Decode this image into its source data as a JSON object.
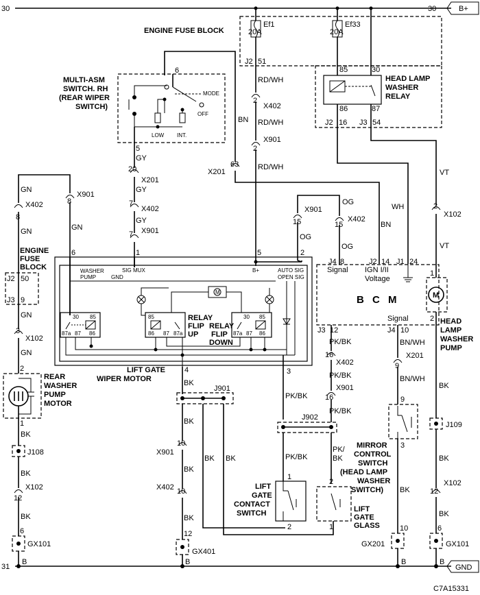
{
  "rails": {
    "top_num": "30",
    "top_num_right": "30",
    "top_tag": "B+",
    "bottom_num": "31",
    "bottom_tag": "GND"
  },
  "fuse_block_top": {
    "title": "ENGINE FUSE  BLOCK",
    "fuse1_name": "Ef1",
    "fuse1_rating": "20A",
    "fuse2_name": "Ef33",
    "fuse2_rating": "20A",
    "pin_j2": "J2",
    "pin_51": "51"
  },
  "relay": {
    "title_1": "HEAD LAMP",
    "title_2": "WASHER",
    "title_3": "RELAY",
    "pin85": "85",
    "pin30": "30",
    "pin86": "86",
    "pin87": "87",
    "j2": "J2",
    "p16": "16",
    "j3": "J3",
    "p54": "54"
  },
  "switch_rh": {
    "title_1": "MULTI-ASM",
    "title_2": "SWITCH. RH",
    "title_3": "(REAR WIPER",
    "title_4": "SWITCH)",
    "mode": "MODE",
    "off": "OFF",
    "low": "LOW",
    "int": "INT.",
    "pin6": "6",
    "pin5": "5"
  },
  "wires": {
    "rdwh1": "RD/WH",
    "rdwh2": "RD/WH",
    "rdwh3": "RD/WH",
    "bn1": "BN",
    "bn2": "BN",
    "gy1": "GY",
    "gy2": "GY",
    "gy3": "GY",
    "gn1": "GN",
    "gn2": "GN",
    "gn3": "GN",
    "gn4": "GN",
    "gn5": "GN",
    "vt1": "VT",
    "vt2": "VT",
    "wh": "WH",
    "og1": "OG",
    "og2": "OG",
    "og3": "OG",
    "pkbk1": "PK/BK",
    "pkbk2": "PK/BK",
    "pkbk3": "PK/BK",
    "pkbk4": "PK/BK",
    "pkbk5": "PK/",
    "pkbk6": "BK",
    "bnwh1": "BN/WH",
    "bnwh2": "BN/WH",
    "bk1": "BK",
    "bk2": "BK",
    "bk3": "BK",
    "bk4": "BK",
    "bk5": "BK",
    "bk6": "BK",
    "bk7": "BK",
    "bk8": "BK",
    "bk9": "BK",
    "bk10": "BK",
    "bk11": "BK",
    "bk12": "BK",
    "bk13": "BK"
  },
  "connectors": {
    "x402a": "X402",
    "x402a_pin": "2",
    "x901a": "X901",
    "x901a_pin": "2",
    "x201a": "X201",
    "x201a_pin": "63",
    "x201b": "X201",
    "x201b_pin": "20",
    "x402b": "X402",
    "x402b_pin": "7",
    "x901b": "X901",
    "x901b_pin": "7",
    "x402c": "X402",
    "x402c_pin": "8",
    "x901c": "X901",
    "x901c_pin": "8",
    "x102a": "X102",
    "x102a_pin": "2",
    "x901d": "X901",
    "x901d_pin": "15",
    "x402d": "X402",
    "x402d_pin": "15",
    "x102b": "X102",
    "x102b_pin": "3",
    "x402e": "X402",
    "x402e_pin": "16",
    "x901e": "X901",
    "x901e_pin": "16",
    "x201c": "X201",
    "x201c_pin": "9",
    "x901f": "X901",
    "x901f_pin": "10",
    "x402f": "X402",
    "x402f_pin": "10",
    "x102c": "X102",
    "x102c_pin": "12",
    "x102d": "X102",
    "x102d_pin": "12"
  },
  "fuse_block_left": {
    "title_1": "ENGINE",
    "title_2": "FUSE",
    "title_3": "BLOCK",
    "j2": "J2",
    "p50": "50",
    "j3": "J3",
    "p9": "9"
  },
  "motor_module": {
    "title_1": "LIFT GATE",
    "title_2": "WIPER MOTOR",
    "washer_pump_1": "WASHER",
    "washer_pump_2": "PUMP",
    "gnd": "GND",
    "sig_mux": "SIG MUX",
    "bplus": "B+",
    "auto_sig": "AUTO SIG",
    "open_sig": "OPEN SIG",
    "relay_up_1": "RELAY",
    "relay_up_2": "FLIP",
    "relay_up_3": "UP",
    "relay_down_1": "RELAY",
    "relay_down_2": "FLIP",
    "relay_down_3": "DOWN",
    "p6": "6",
    "p1": "1",
    "p5": "5",
    "p2": "2",
    "p4": "4",
    "p3": "3"
  },
  "relay_pins": {
    "r30a": "30",
    "r85a": "85",
    "r87aa": "87a",
    "r87a": "87",
    "r86a": "86",
    "r85b": "85",
    "r86b": "86",
    "r87b": "87",
    "r87ab": "87a",
    "r30c": "30",
    "r85c": "85",
    "r87ac": "87a",
    "r87c": "87",
    "r86c": "86"
  },
  "bcm": {
    "title": "B C M",
    "signal_in": "Signal",
    "ign": "IGN I/II",
    "voltage": "Voltage",
    "j4": "J4",
    "p8": "8",
    "j2": "J2",
    "p14": "14",
    "j1": "J1",
    "p24": "24",
    "j3": "J3",
    "p12": "12",
    "j4b": "J4",
    "p10": "10",
    "signal_out": "Signal"
  },
  "head_pump": {
    "title_1": "HEAD",
    "title_2": "LAMP",
    "title_3": "WASHER",
    "title_4": "PUMP",
    "p1": "1",
    "p2": "2"
  },
  "rear_pump": {
    "title_1": "REAR",
    "title_2": "WASHER",
    "title_3": "PUMP",
    "title_4": "MOTOR",
    "p2": "2",
    "p1": "1"
  },
  "splices": {
    "j108": "J108",
    "j109": "J109",
    "j901": "J901",
    "j902": "J902"
  },
  "contact_switch": {
    "title_1": "LIFT",
    "title_2": "GATE",
    "title_3": "CONTACT",
    "title_4": "SWITCH",
    "p1": "1",
    "p2": "2"
  },
  "glass_switch": {
    "title_1": "LIFT",
    "title_2": "GATE",
    "title_3": "GLASS",
    "p2": "2",
    "p1": "1"
  },
  "mirror_switch": {
    "title_1": "MIRROR",
    "title_2": "CONTROL",
    "title_3": "SWITCH",
    "title_4": "(HEAD LAMP",
    "title_5": "WASHER",
    "title_6": "SWITCH)",
    "p9": "9",
    "p3": "3"
  },
  "grounds": {
    "gx101a": "GX101",
    "gx101a_pin": "6",
    "gx401": "GX401",
    "gx401_pin": "12",
    "gx201": "GX201",
    "gx201_pin": "10",
    "gx101b": "GX101",
    "gx101b_pin": "6",
    "b1": "B",
    "b2": "B",
    "b3": "B",
    "b4": "B"
  },
  "footer": {
    "code": "C7A15331"
  }
}
